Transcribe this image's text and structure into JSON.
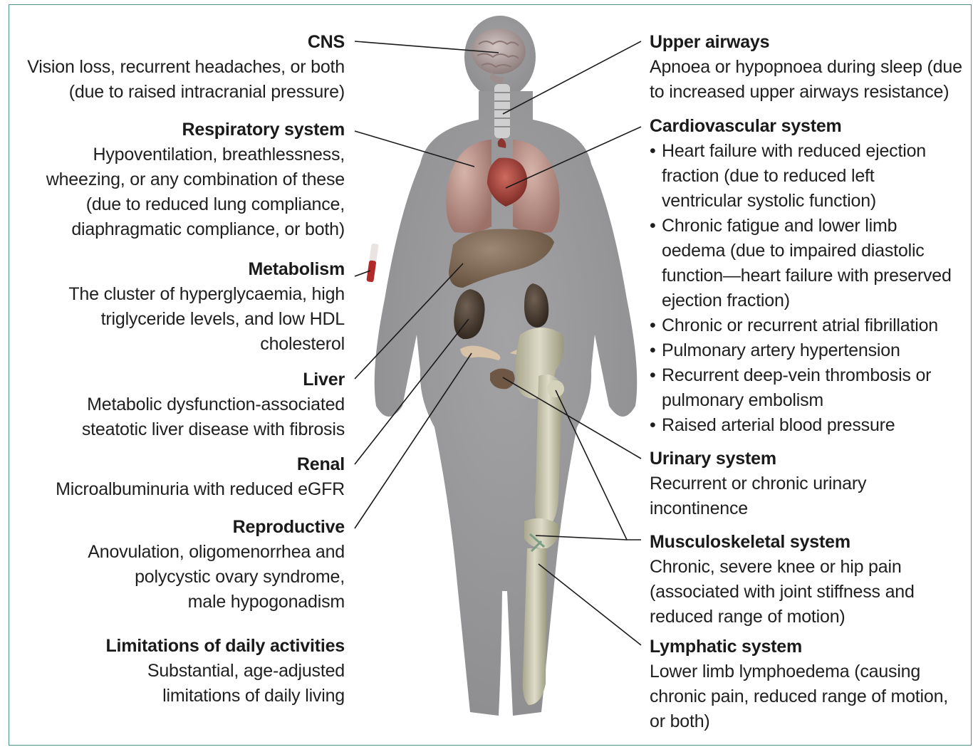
{
  "left_sections": [
    {
      "heading": "CNS",
      "text": "Vision loss, recurrent headaches, or both\n(due to raised intracranial pressure)"
    },
    {
      "heading": "Respiratory system",
      "text": "Hypoventilation, breathlessness,\nwheezing, or any combination of these\n(due to reduced lung compliance,\ndiaphragmatic compliance, or both)"
    },
    {
      "heading": "Metabolism",
      "text": "The cluster of hyperglycaemia, high\ntriglyceride levels, and low HDL\ncholesterol"
    },
    {
      "heading": "Liver",
      "text": "Metabolic dysfunction-associated\nsteatotic liver disease with fibrosis"
    },
    {
      "heading": "Renal",
      "text": "Microalbuminuria with reduced eGFR"
    },
    {
      "heading": "Reproductive",
      "text": "Anovulation, oligomenorrhea and\npolycystic ovary syndrome,\nmale hypogonadism"
    },
    {
      "heading": "Limitations of daily activities",
      "text": "Substantial, age-adjusted\nlimitations of daily living"
    }
  ],
  "right_sections": {
    "upper_airways": {
      "heading": "Upper airways",
      "text": "Apnoea or hypopnoea during sleep (due\nto increased upper airways resistance)"
    },
    "cardiovascular": {
      "heading": "Cardiovascular system",
      "bullet": "•",
      "items": [
        "Heart failure with reduced ejection\nfraction (due to reduced left\nventricular systolic function)",
        "Chronic fatigue and lower limb\noedema (due to impaired diastolic\nfunction—heart failure with preserved\nejection fraction)",
        "Chronic or recurrent atrial fibrillation",
        "Pulmonary artery hypertension",
        "Recurrent deep-vein thrombosis or\npulmonary embolism",
        "Raised arterial blood pressure"
      ]
    },
    "urinary": {
      "heading": "Urinary system",
      "text": "Recurrent or chronic urinary\nincontinence"
    },
    "musculoskeletal": {
      "heading": "Musculoskeletal system",
      "text": "Chronic, severe knee or hip pain\n(associated with joint stiffness and\nreduced range of motion)"
    },
    "lymphatic": {
      "heading": "Lymphatic system",
      "text": "Lower limb lymphoedema (causing\nchronic pain, reduced range of motion,\nor both)"
    }
  },
  "colors": {
    "frame": "#4c8f92",
    "body_silhouette": "#9a9a9c",
    "brain": "#b7a9a8",
    "lungs": "#b9948c",
    "heart": "#a8463f",
    "liver": "#85705e",
    "kidney": "#4d4037",
    "bone": "#cdcbb6",
    "leader_lines": "#1a1a1a"
  }
}
